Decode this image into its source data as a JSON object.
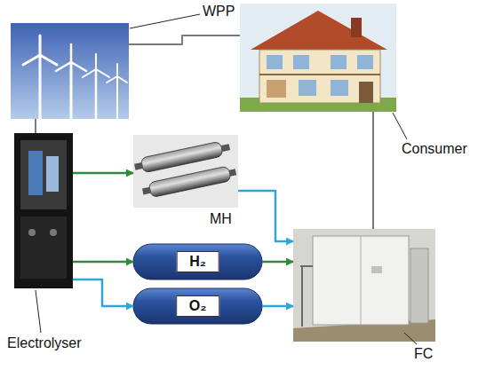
{
  "diagram": {
    "nodes": [
      {
        "text": [
          "WPP"
        ]
      },
      {
        "text": [
          "Consumer"
        ]
      },
      {
        "text": [
          "Electrolyser"
        ]
      },
      {
        "text": [
          "MH"
        ]
      },
      {
        "text": [
          "H₂"
        ]
      },
      {
        "text": [
          "O₂"
        ]
      },
      {
        "text": [
          "FC"
        ]
      }
    ],
    "edges": [
      {
        "from": 0,
        "to": 1,
        "arrow": "none"
      },
      {
        "from": 0,
        "to": 2,
        "arrow": "none"
      },
      {
        "from": 2,
        "to": 3,
        "arrow": "to"
      },
      {
        "from": 2,
        "to": 4,
        "arrow": "to"
      },
      {
        "from": 2,
        "to": 5,
        "arrow": "to"
      },
      {
        "from": 3,
        "to": 6,
        "arrow": "to"
      },
      {
        "from": 4,
        "to": 6,
        "arrow": "to"
      },
      {
        "from": 5,
        "to": 6,
        "arrow": "to"
      },
      {
        "from": 1,
        "to": 6,
        "arrow": "none"
      }
    ]
  }
}
